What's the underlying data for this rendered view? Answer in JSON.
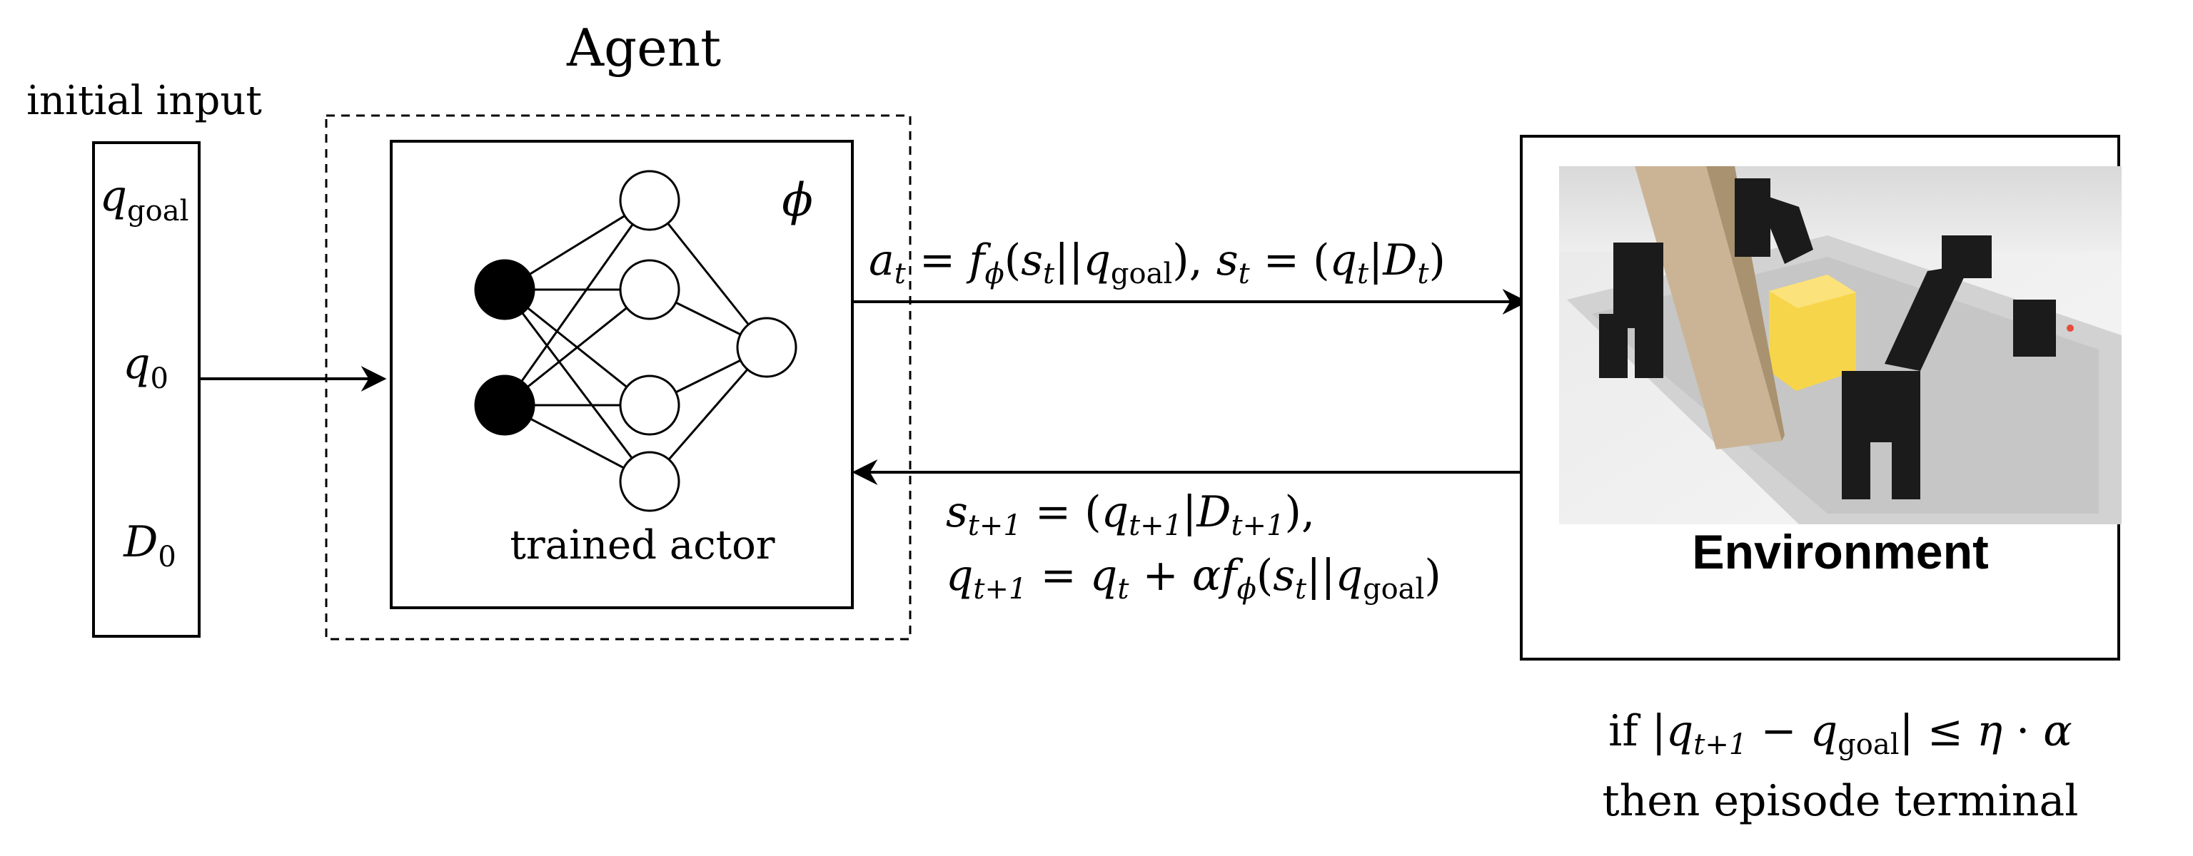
{
  "agent": {
    "title": "Agent",
    "phi_symbol": "ϕ",
    "actor_caption": "trained actor"
  },
  "initial_input": {
    "title": "initial input",
    "items": [
      {
        "base": "q",
        "sub": "goal"
      },
      {
        "base": "q",
        "sub": "0"
      },
      {
        "base": "D",
        "sub": "0"
      }
    ]
  },
  "action_equation": {
    "a": "a",
    "t": "t",
    "eq": " = ",
    "f": "f",
    "phi": "ϕ",
    "open": "(",
    "s": "s",
    "bars": "||",
    "q": "q",
    "goal": "goal",
    "close": ")",
    "comma": ", ",
    "bar": "|",
    "D": "D"
  },
  "state_equation": {
    "s": "s",
    "q": "q",
    "D": "D",
    "t1": "t+1",
    "t": "t",
    "goal": "goal",
    "eq": " = ",
    "open": "(",
    "close": ")",
    "bar": "|",
    "bars": "||",
    "trail": "),",
    "plus": " + ",
    "alpha": "α",
    "f": "f",
    "phi": "ϕ"
  },
  "environment": {
    "label": "Environment"
  },
  "termination": {
    "if_word": "if ",
    "bar": "|",
    "q": "q",
    "t1": "t+1",
    "minus": " − ",
    "goal": "goal",
    "leq": " ≤ ",
    "eta": "η",
    "dot": " · ",
    "alpha": "α",
    "line2": "then episode terminal"
  },
  "colors": {
    "stroke": "#000000",
    "background": "#ffffff",
    "input_node_fill": "#000000",
    "photo_box": "#f7d54a",
    "photo_pillar": "#cbb496",
    "photo_robot": "#1b1b1b"
  }
}
